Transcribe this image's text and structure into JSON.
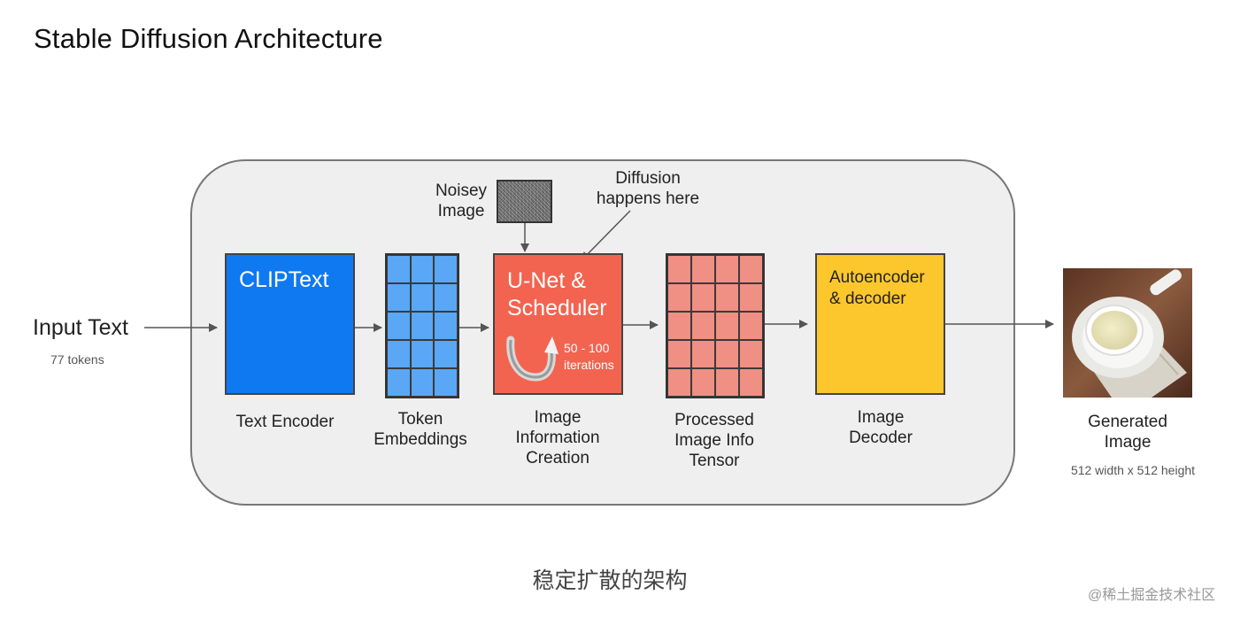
{
  "title": "Stable Diffusion Architecture",
  "input": {
    "label": "Input Text",
    "sub": "77 tokens"
  },
  "noise": {
    "label_line1": "Noisey",
    "label_line2": "Image"
  },
  "diffusion_note": {
    "line1": "Diffusion",
    "line2": "happens here"
  },
  "blocks": {
    "clip": {
      "name": "CLIPText",
      "label": "Text Encoder"
    },
    "token": {
      "label_line1": "Token",
      "label_line2": "Embeddings"
    },
    "unet": {
      "name_line1": "U-Net &",
      "name_line2": "Scheduler",
      "iter_line1": "50 - 100",
      "iter_line2": "iterations",
      "label_line1": "Image",
      "label_line2": "Information",
      "label_line3": "Creation"
    },
    "tensor": {
      "label_line1": "Processed",
      "label_line2": "Image Info",
      "label_line3": "Tensor"
    },
    "decoder": {
      "name_line1": "Autoencoder",
      "name_line2": "& decoder",
      "label_line1": "Image",
      "label_line2": "Decoder"
    }
  },
  "output": {
    "label_line1": "Generated",
    "label_line2": "Image",
    "sub": "512 width  x 512 height"
  },
  "caption": "稳定扩散的架构",
  "watermark": "@稀土掘金技术社区",
  "colors": {
    "clip": "#0f79f2",
    "token": "#5aa7f5",
    "unet": "#f26450",
    "tensor": "#f08f83",
    "decoder": "#fcc72d",
    "panel": "#efefef"
  },
  "icons": {
    "iteration": "curved-arrow-icon",
    "output": "coffee-cup-photo"
  }
}
